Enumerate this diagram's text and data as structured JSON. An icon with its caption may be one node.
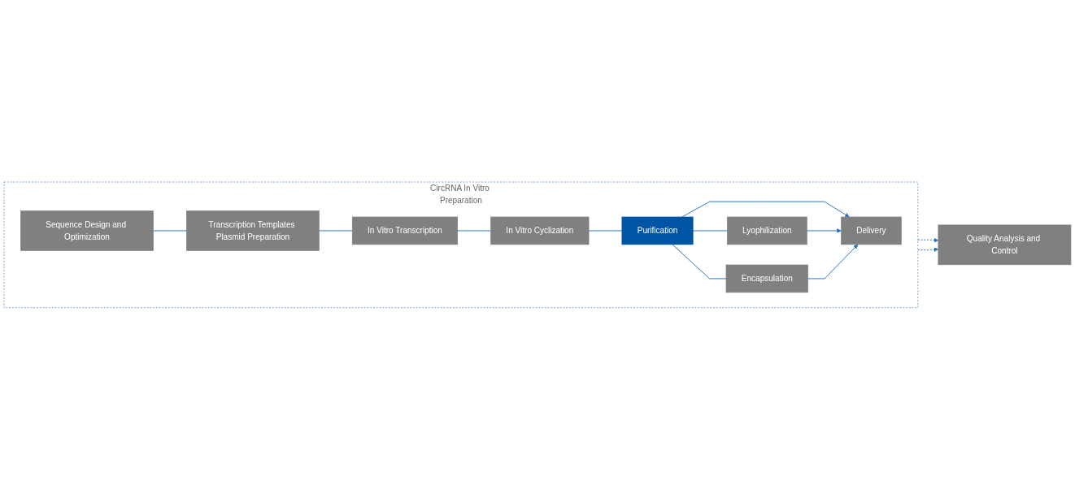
{
  "diagram": {
    "nodes": [
      {
        "text": [
          "CircRNA In Vitro Preparation"
        ]
      },
      {
        "text": [
          "Sequence Design and Optimization"
        ],
        "in": 0
      },
      {
        "text": [
          "Transcription Templates Plasmid Preparation"
        ],
        "in": 0
      },
      {
        "text": [
          "In Vitro Transcription"
        ],
        "in": 0
      },
      {
        "text": [
          "In Vitro Cyclization"
        ],
        "in": 0
      },
      {
        "text": [
          "Purification"
        ],
        "in": 0
      },
      {
        "text": [
          "Lyophilization"
        ],
        "in": 0
      },
      {
        "text": [
          "Delivery"
        ],
        "in": 0
      },
      {
        "text": [
          "Encapsulation"
        ],
        "in": 0
      },
      {
        "text": [
          "Quality Analysis and Control"
        ]
      }
    ],
    "edges": [
      {
        "from": 1,
        "to": 2,
        "arrow": "none"
      },
      {
        "from": 2,
        "to": 3,
        "arrow": "none"
      },
      {
        "from": 3,
        "to": 4,
        "arrow": "none"
      },
      {
        "from": 4,
        "to": 5,
        "arrow": "none"
      },
      {
        "from": 5,
        "to": 6,
        "arrow": "none"
      },
      {
        "from": 5,
        "to": 7,
        "arrow": "to"
      },
      {
        "from": 5,
        "to": 8,
        "arrow": "none"
      },
      {
        "from": 6,
        "to": 7,
        "arrow": "to"
      },
      {
        "from": 8,
        "to": 7,
        "arrow": "to"
      },
      {
        "from": 0,
        "to": 9,
        "arrow": "to",
        "style": "dashed"
      },
      {
        "from": 0,
        "to": 9,
        "arrow": "to",
        "style": "dashed"
      }
    ]
  }
}
